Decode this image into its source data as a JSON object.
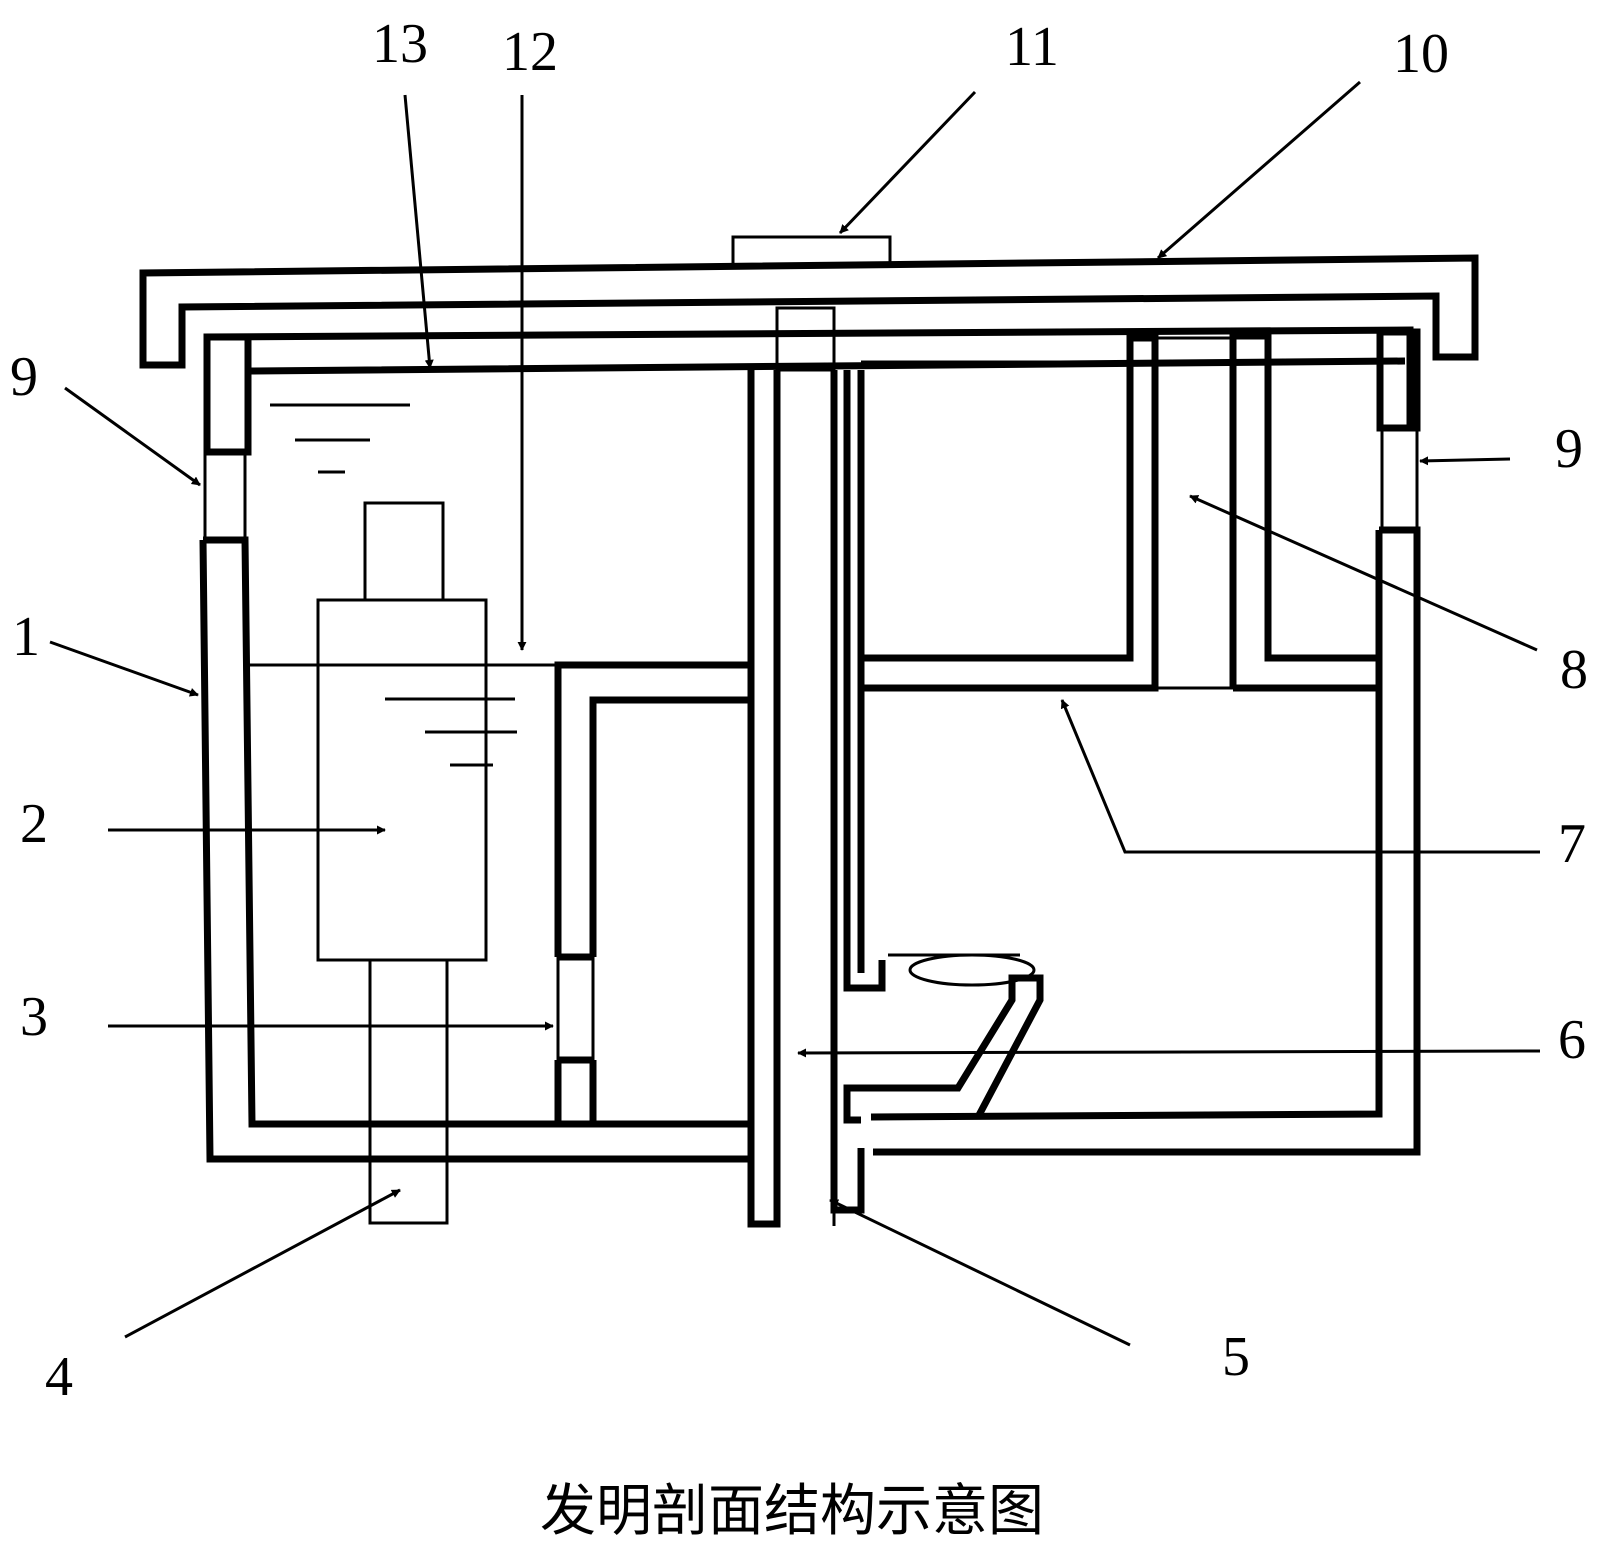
{
  "labels": {
    "l1": "1",
    "l2": "2",
    "l3": "3",
    "l4": "4",
    "l5": "5",
    "l6": "6",
    "l7": "7",
    "l8": "8",
    "l9_left": "9",
    "l9_right": "9",
    "l10": "10",
    "l11": "11",
    "l12": "12",
    "l13": "13"
  },
  "caption": "发明剖面结构示意图"
}
